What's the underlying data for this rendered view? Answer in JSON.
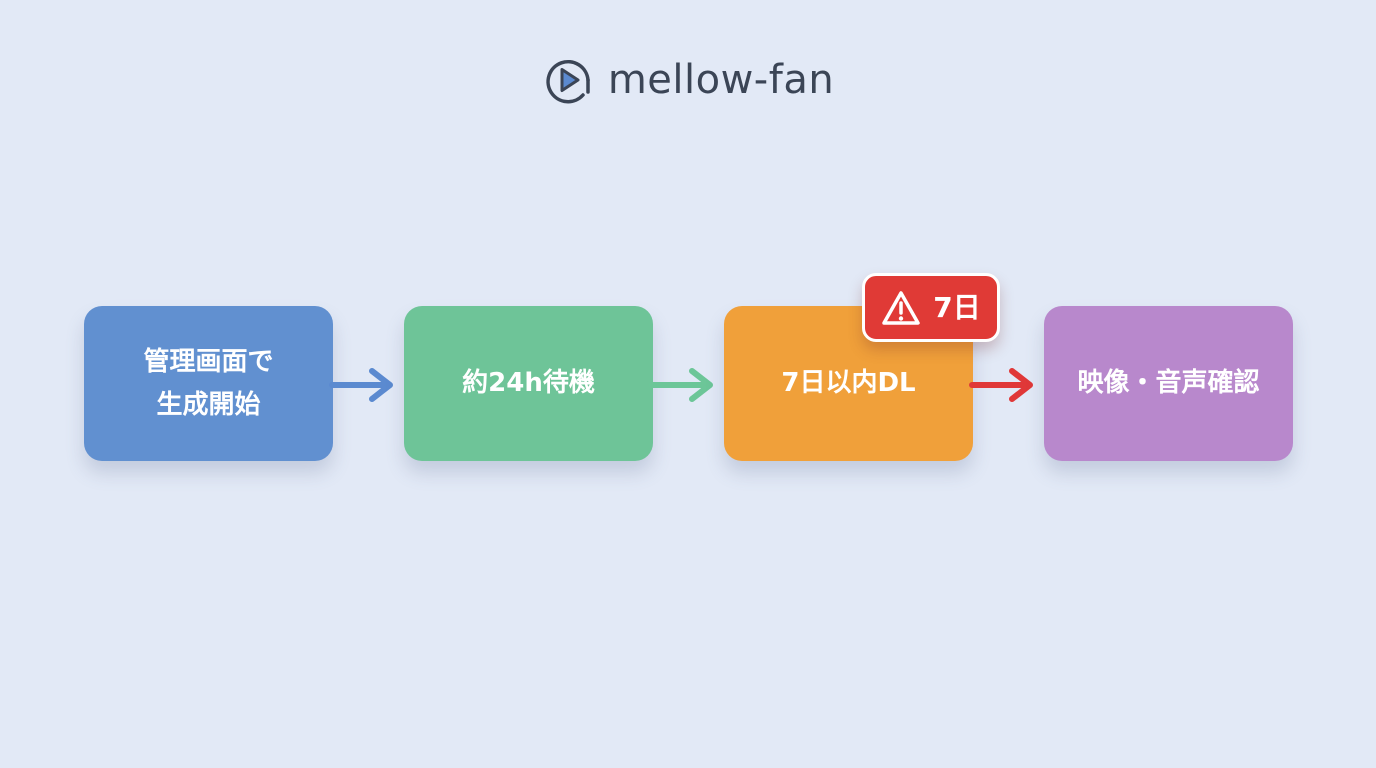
{
  "brand": {
    "name": "mellow-fan",
    "color": "#3b4556"
  },
  "steps": [
    {
      "label": "管理画面で\n生成開始",
      "color": "#6190d0"
    },
    {
      "label": "約24h待機",
      "color": "#6ec498"
    },
    {
      "label": "7日以内DL",
      "color": "#f0a03a"
    },
    {
      "label": "映像・音声確認",
      "color": "#b888cc"
    }
  ],
  "arrows": [
    {
      "color": "#5b8ad0"
    },
    {
      "color": "#6cc698"
    },
    {
      "color": "#e03838"
    }
  ],
  "warning": {
    "text": "7日",
    "icon": "warning-triangle-icon",
    "color": "#e03a36"
  }
}
